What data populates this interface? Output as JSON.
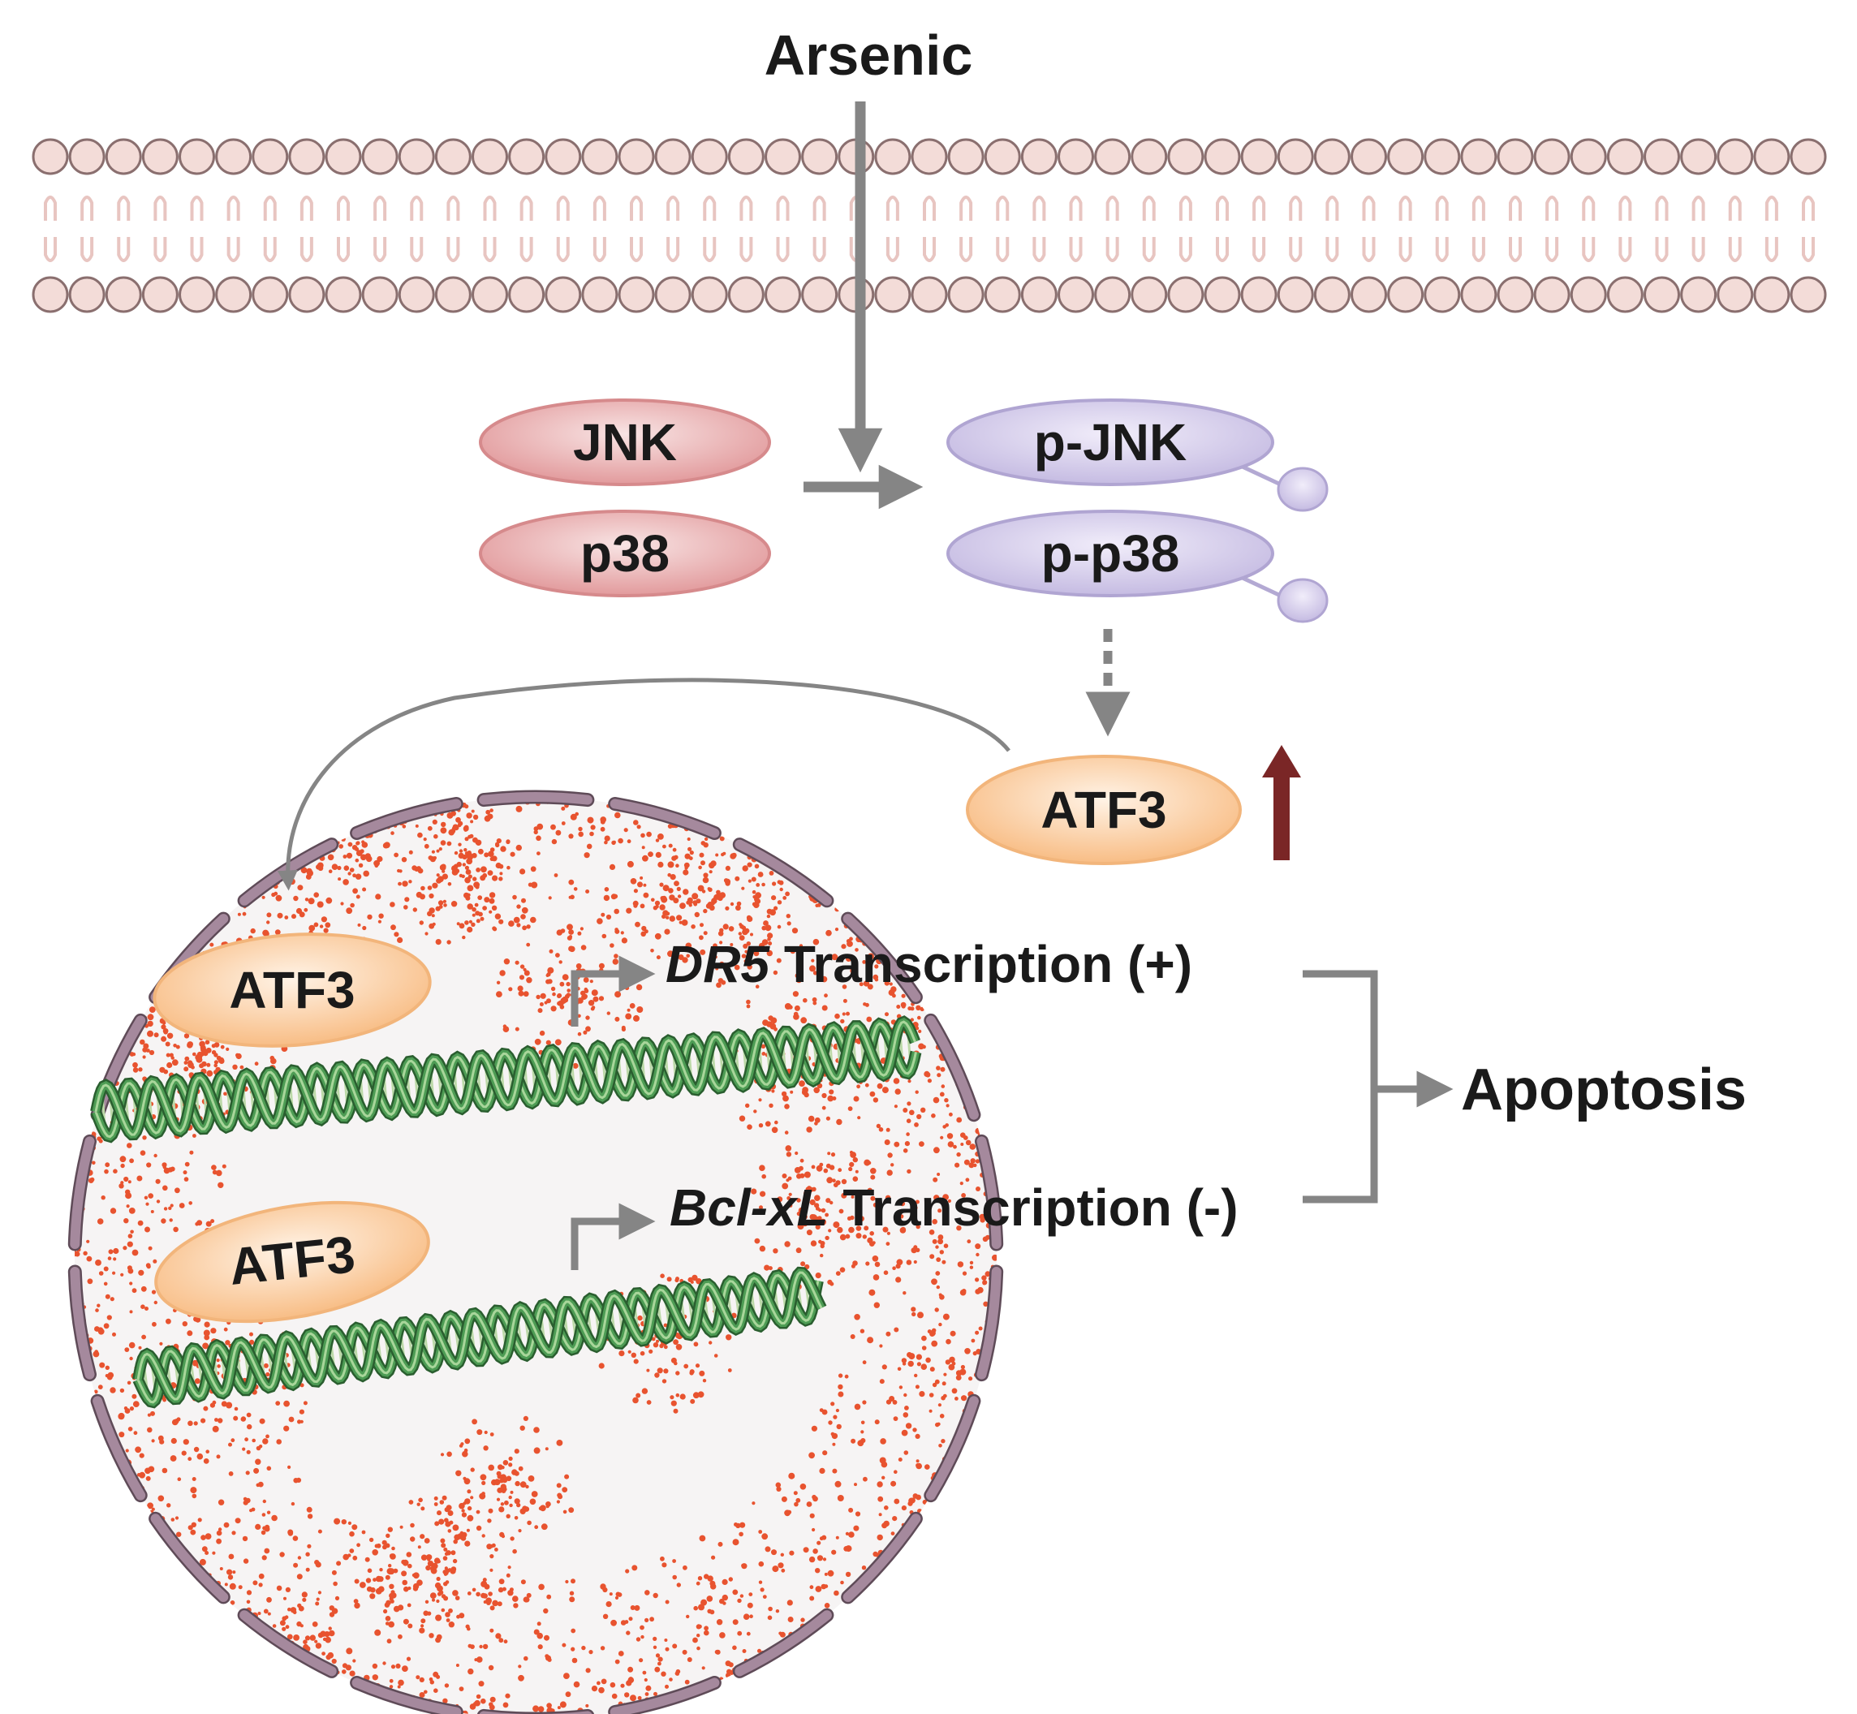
{
  "stimulus": {
    "label": "Arsenic"
  },
  "kinases": {
    "unphosphorylated": [
      "JNK",
      "p38"
    ],
    "phosphorylated": [
      "p-JNK",
      "p-p38"
    ]
  },
  "transcription_factor": {
    "cytoplasmic_label": "ATF3",
    "upregulation_arrow_icon": "up-arrow-icon",
    "nuclear_labels": [
      "ATF3",
      "ATF3"
    ]
  },
  "targets": [
    {
      "gene": "DR5",
      "text": " Transcription (+)"
    },
    {
      "gene": "Bcl-xL",
      "text": " Transcription (-)"
    }
  ],
  "outcome": {
    "label": "Apoptosis"
  },
  "colors": {
    "arrow": "#858585",
    "membrane_head": "#f3dcd8",
    "kinase_fill": "#e4a0a2",
    "phospho_fill": "#cdc5e6",
    "atf3_fill": "#fbc797",
    "up_arrow": "#7a2626",
    "nuclear_envelope": "#a5899d",
    "chromatin": "#e8532f",
    "dna": "#4d9c54"
  }
}
